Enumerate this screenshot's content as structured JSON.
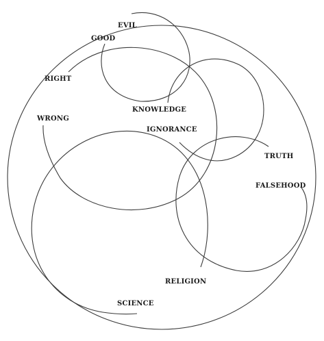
{
  "labels": {
    "evil": "EVIL",
    "good": "GOOD",
    "right": "RIGHT",
    "knowledge": "KNOWLEDGE",
    "wrong": "WRONG",
    "ignorance": "IGNORANCE",
    "truth": "TRUTH",
    "falsehood": "FALSEHOOD",
    "religion": "RELIGION",
    "science": "SCIENCE"
  },
  "colors": {
    "line": "#3a3a3a",
    "text": "#1a1a1a",
    "background": "#ffffff"
  }
}
